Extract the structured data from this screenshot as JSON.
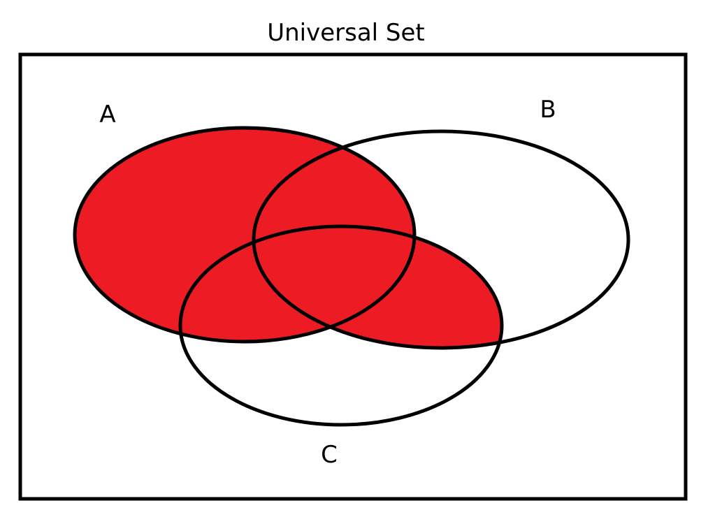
{
  "diagram": {
    "title": "Universal Set",
    "sets": [
      {
        "label": "A"
      },
      {
        "label": "B"
      },
      {
        "label": "C"
      }
    ],
    "shaded_regions": [
      "A",
      "B ∩ C"
    ],
    "colors": {
      "shade": "#ed1c24",
      "stroke": "#000000",
      "background": "#ffffff"
    }
  }
}
